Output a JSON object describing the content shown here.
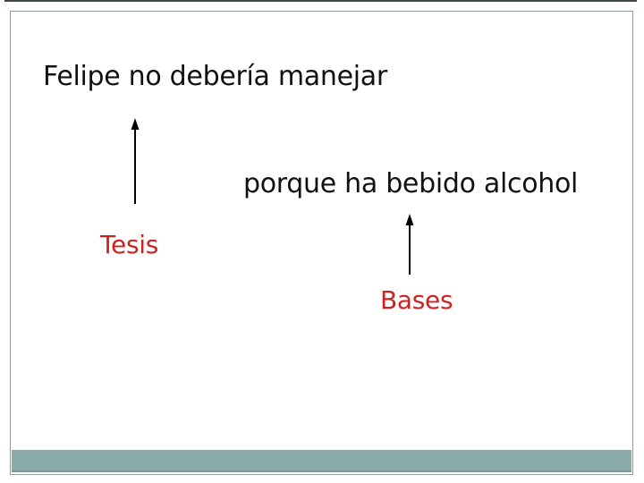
{
  "slide": {
    "claim_text": "Felipe no debería manejar",
    "reason_text": "porque ha bebido alcohol",
    "tesis_label": "Tesis",
    "bases_label": "Bases"
  },
  "icons": {
    "tesis_arrow": "up-arrow-icon",
    "bases_arrow": "up-arrow-icon"
  },
  "colors": {
    "label_red": "#CC2222",
    "body_text": "#111111",
    "slide_border": "#8C9B9D",
    "accent_band": "#8CABAB",
    "accent_band_edge": "#7E9697",
    "arrow": "#000000",
    "top_line": "#3C4646"
  }
}
